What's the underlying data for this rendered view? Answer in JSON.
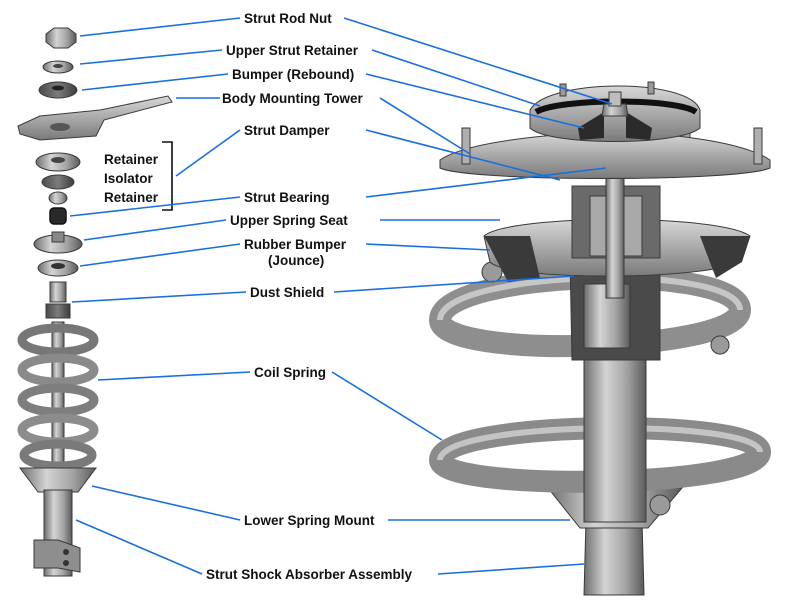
{
  "labels": {
    "strut_rod_nut": "Strut Rod Nut",
    "upper_strut_retainer": "Upper Strut Retainer",
    "bumper_rebound": "Bumper (Rebound)",
    "body_mounting_tower": "Body Mounting Tower",
    "strut_damper": "Strut Damper",
    "retainer_1": "Retainer",
    "isolator": "Isolator",
    "retainer_2": "Retainer",
    "strut_bearing": "Strut Bearing",
    "upper_spring_seat": "Upper Spring Seat",
    "rubber_bumper_line1": "Rubber Bumper",
    "rubber_bumper_line2": "(Jounce)",
    "dust_shield": "Dust Shield",
    "coil_spring": "Coil Spring",
    "lower_spring_mount": "Lower Spring Mount",
    "strut_shock_absorber_assembly": "Strut Shock Absorber Assembly"
  },
  "colors": {
    "leader_line": "#1a6fe0",
    "metal_light": "#c8c8c8",
    "metal_mid": "#9a9a9a",
    "metal_dark": "#5e5e5e",
    "rubber_black": "#1c1c1c"
  }
}
